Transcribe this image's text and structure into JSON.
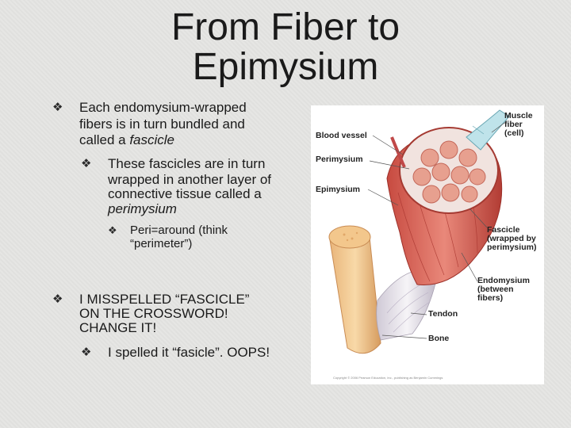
{
  "slide": {
    "title_line1": "From Fiber to",
    "title_line2": "Epimysium",
    "bullet1": {
      "line1": "Each endomysium-wrapped",
      "line2": "fibers is in turn bundled and",
      "line3_prefix": "called a ",
      "line3_term": "fascicle"
    },
    "bullet1_sub": {
      "line1": "These fascicles are in turn",
      "line2": "wrapped in another layer of",
      "line3": "connective tissue called a",
      "line4": "perimysium"
    },
    "bullet1_subsub": {
      "line1": "Peri=around (think",
      "line2": "“perimeter”)"
    },
    "bullet2": {
      "line1": "I MISSPELLED “FASCICLE”",
      "line2": "ON THE CROSSWORD!",
      "line3": "CHANGE IT!"
    },
    "bullet2_sub": {
      "line1": "I spelled it “fasicle”.  OOPS!"
    },
    "bullet_icon": "diamond-clover-bullet-icon"
  },
  "figure": {
    "labels": {
      "blood_vessel": "Blood vessel",
      "perimysium": "Perimysium",
      "epimysium": "Epimysium",
      "muscle_fiber_1": "Muscle",
      "muscle_fiber_2": "fiber",
      "muscle_fiber_3": "(cell)",
      "fascicle_1": "Fascicle",
      "fascicle_2": "(wrapped by",
      "fascicle_3": "perimysium)",
      "endomysium_1": "Endomysium",
      "endomysium_2": "(between",
      "endomysium_3": "fibers)",
      "tendon": "Tendon",
      "bone": "Bone"
    },
    "copyright": "Copyright © 2006 Pearson Education, Inc., publishing as Benjamin Cummings"
  },
  "colors": {
    "background": "#e4e4e2",
    "muscle": "#d9665a",
    "tendon": "#e8e6e8",
    "bone": "#f0c890"
  }
}
